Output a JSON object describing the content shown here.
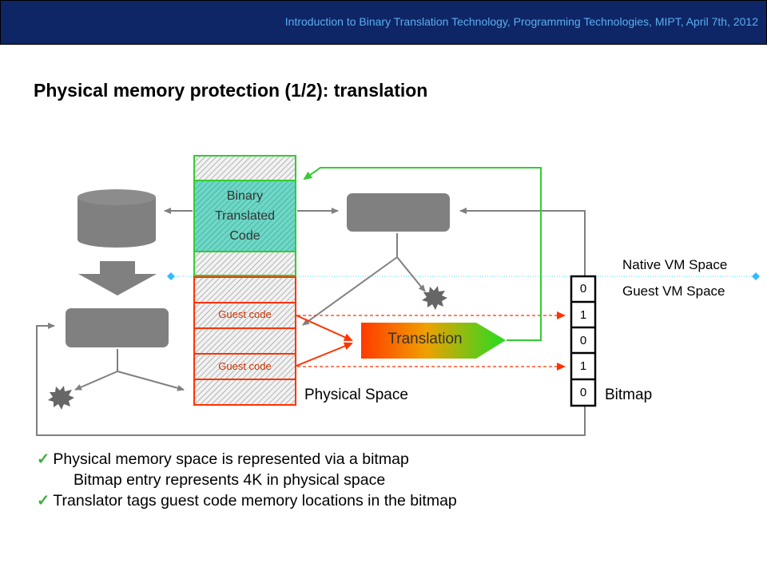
{
  "header": {
    "text": "Introduction to Binary Translation Technology, Programming Technologies, MIPT, April 7th, 2012"
  },
  "slide_title": "Physical memory protection (1/2): translation",
  "memory": {
    "binary_translated_code": [
      "Binary",
      "Translated",
      "Code"
    ],
    "guest_code_1": "Guest code",
    "guest_code_2": "Guest code",
    "physical_space_label": "Physical Space"
  },
  "translation_label": "Translation",
  "spaces": {
    "native": "Native VM Space",
    "guest": "Guest VM Space"
  },
  "bitmap": {
    "label": "Bitmap",
    "bits": [
      "0",
      "1",
      "0",
      "1",
      "0"
    ]
  },
  "bullets": [
    "Physical memory space is represented via a bitmap",
    "Bitmap entry represents 4K in physical space",
    "Translator tags guest code memory locations in the bitmap"
  ],
  "colors": {
    "header_bg": "#0e2666",
    "header_text": "#5aaef0",
    "green": "#33cc33",
    "orange": "#ff3300",
    "gray": "#808080"
  }
}
